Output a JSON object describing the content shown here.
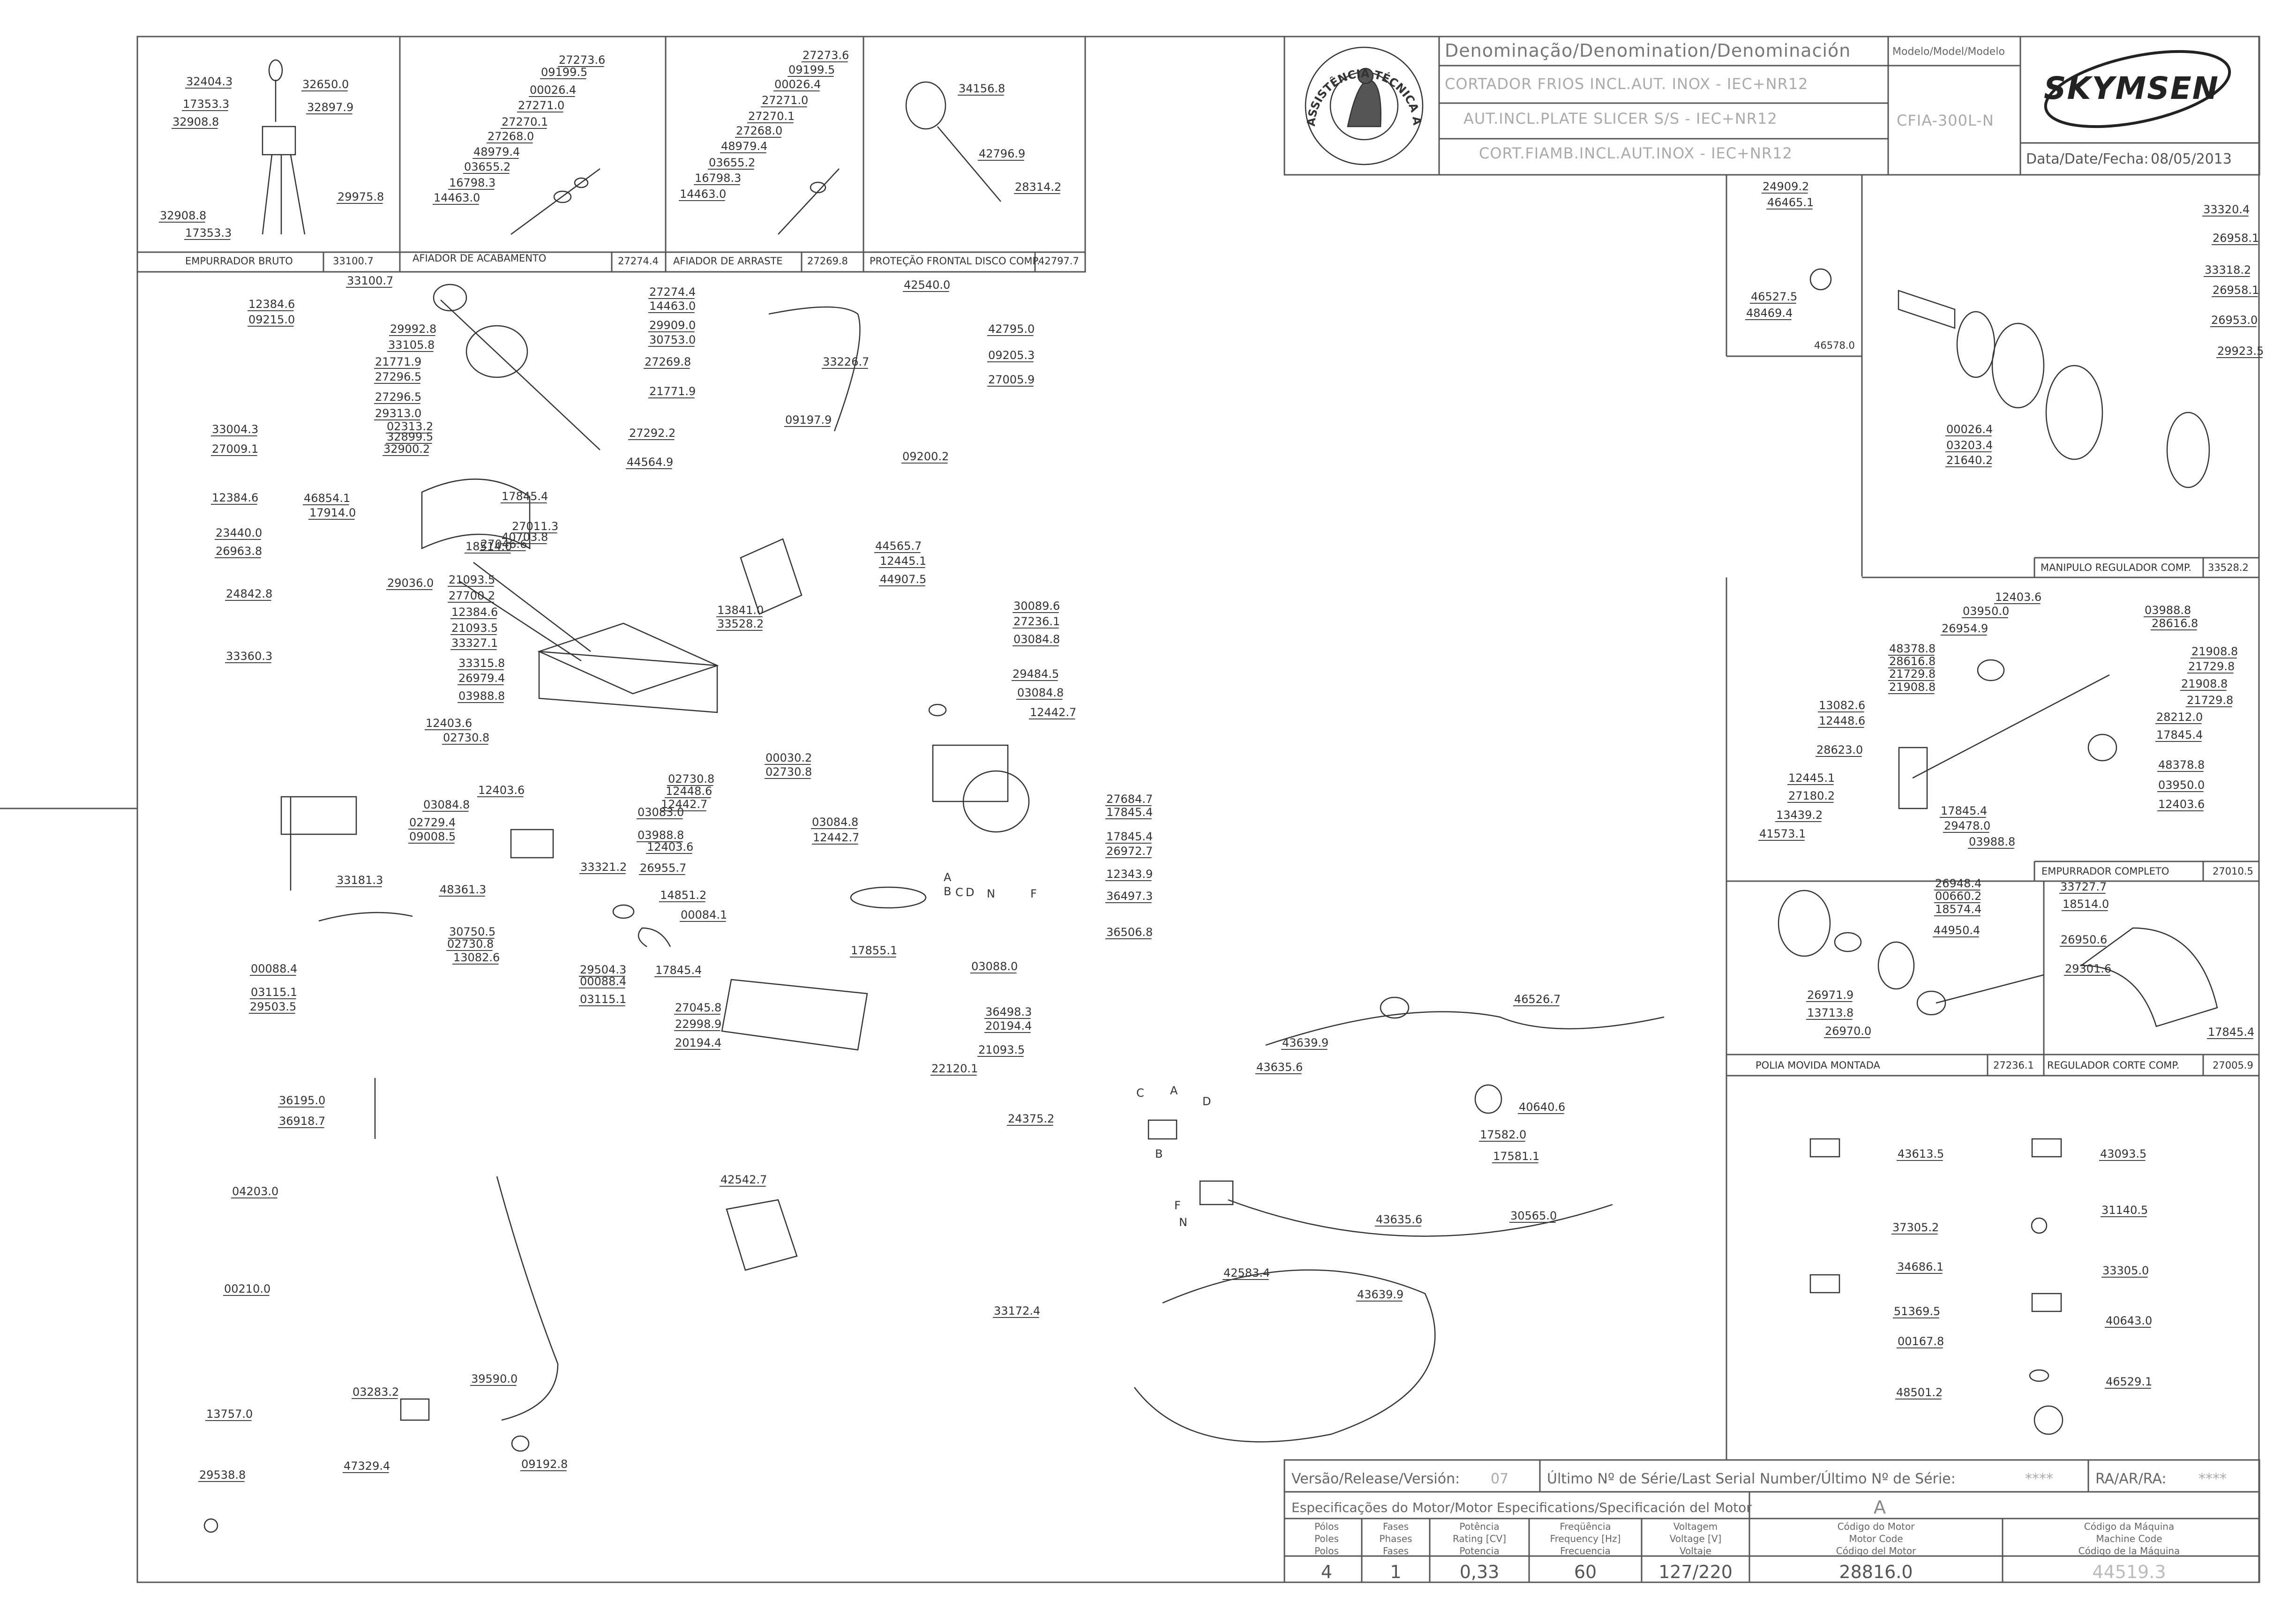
{
  "title_block": {
    "denomination_header": "Denominação/Denomination/Denominación",
    "desc_pt": "CORTADOR FRIOS INCL.AUT. INOX - IEC+NR12",
    "desc_en": "AUT.INCL.PLATE SLICER S/S - IEC+NR12",
    "desc_es": "CORT.FIAMB.INCL.AUT.INOX - IEC+NR12",
    "model_header": "Modelo/Model/Modelo",
    "model": "CFIA-300L-N",
    "date_label": "Data/Date/Fecha:",
    "date": "08/05/2013",
    "brand": "SKYMSEN",
    "seal_text": "ASSISTÊNCIA TÉCNICA AUTORIZADA"
  },
  "footer": {
    "version_label": "Versão/Release/Versión:",
    "version": "07",
    "serial_label": "Último Nº de Série/Last Serial Number/Último Nº de Série:",
    "serial": "****",
    "ra_label": "RA/AR/RA:",
    "ra": "****",
    "motor_spec_label": "Especificações do Motor/Motor Especifications/Specificación del Motor",
    "motor_letter": "A",
    "poles_label": "Pólos\nPoles\nPolos",
    "poles": "4",
    "phases_label": "Fases\nPhases\nFases",
    "phases": "1",
    "power_label": "Potência\nRating [CV]\nPotencia",
    "power": "0,33",
    "freq_label": "Freqüência\nFrequency [Hz]\nFrecuencia",
    "freq": "60",
    "voltage_label": "Voltagem\nVoltage [V]\nVoltaje",
    "voltage": "127/220",
    "motor_code_label": "Código do Motor\nMotor Code\nCódigo del Motor",
    "motor_code": "28816.0",
    "machine_code_label": "Código da Máquina\nMachine Code\nCódigo de la Máquina",
    "machine_code": "44519.3"
  },
  "box_captions": [
    {
      "name": "EMPURRADOR BRUTO",
      "code": "33100.7"
    },
    {
      "name": "AFIADOR DE ACABAMENTO",
      "code": "27274.4"
    },
    {
      "name": "AFIADOR DE ARRASTE",
      "code": "27269.8"
    },
    {
      "name": "PROTEÇÃO FRONTAL DISCO COMP.",
      "code": "42797.7"
    },
    {
      "name": "",
      "code": "46578.0"
    },
    {
      "name": "MANIPULO REGULADOR COMP.",
      "code": "33528.2"
    },
    {
      "name": "EMPURRADOR COMPLETO",
      "code": "27010.5"
    },
    {
      "name": "POLIA MOVIDA MONTADA",
      "code": "27236.1"
    },
    {
      "name": "REGULADOR CORTE COMP.",
      "code": "27005.9"
    }
  ],
  "part_labels": [
    "32404.3",
    "32650.0",
    "17353.3",
    "32897.9",
    "32908.8",
    "32908.8",
    "17353.3",
    "29975.8",
    "27273.6",
    "09199.5",
    "00026.4",
    "27271.0",
    "27270.1",
    "27268.0",
    "48979.4",
    "03655.2",
    "16798.3",
    "14463.0",
    "27273.6",
    "09199.5",
    "00026.4",
    "27271.0",
    "27270.1",
    "27268.0",
    "48979.4",
    "03655.2",
    "16798.3",
    "14463.0",
    "34156.8",
    "42796.9",
    "28314.2",
    "33100.7",
    "12384.6",
    "09215.0",
    "29992.8",
    "33105.8",
    "21771.9",
    "27296.5",
    "27296.5",
    "29313.0",
    "02313.2",
    "32899.5",
    "33004.3",
    "27009.1",
    "32900.2",
    "12384.6",
    "46854.1",
    "17914.0",
    "27274.4",
    "14463.0",
    "29909.0",
    "30753.0",
    "27269.8",
    "21771.9",
    "27292.2",
    "44564.9",
    "42540.0",
    "33226.7",
    "09197.9",
    "09200.2",
    "42795.0",
    "09205.3",
    "27005.9",
    "17845.4",
    "40703.8",
    "27011.3",
    "27046.6",
    "18514.0",
    "21093.5",
    "27700.2",
    "12384.6",
    "21093.5",
    "33327.1",
    "44565.7",
    "12445.1",
    "44907.5",
    "13841.0",
    "33528.2",
    "23440.0",
    "26963.8",
    "24842.8",
    "29036.0",
    "33360.3",
    "33315.8",
    "26979.4",
    "03988.8",
    "12403.6",
    "02730.8",
    "02730.8",
    "12448.6",
    "12442.7",
    "03083.0",
    "03988.8",
    "12403.6",
    "26955.7",
    "12403.6",
    "03084.8",
    "02729.4",
    "09008.5",
    "48361.3",
    "33321.2",
    "14851.2",
    "00084.1",
    "17845.4",
    "33181.3",
    "00088.4",
    "03115.1",
    "29503.5",
    "30750.5",
    "02730.8",
    "13082.6",
    "29504.3",
    "00088.4",
    "03115.1",
    "30089.6",
    "27236.1",
    "03084.8",
    "29484.5",
    "03084.8",
    "12442.7",
    "00030.2",
    "02730.8",
    "03084.8",
    "12442.7",
    "27684.7",
    "17845.4",
    "17845.4",
    "26972.7",
    "12343.9",
    "36497.3",
    "36506.8",
    "17855.1",
    "03088.0",
    "36498.3",
    "20194.4",
    "21093.5",
    "22120.1",
    "27045.8",
    "22998.9",
    "20194.4",
    "36195.0",
    "36918.7",
    "04203.0",
    "00210.0",
    "13757.0",
    "29538.8",
    "39590.0",
    "03283.2",
    "47329.4",
    "09192.8",
    "42542.7",
    "46526.7",
    "43639.9",
    "43635.6",
    "40640.6",
    "17582.0",
    "17581.1",
    "30565.0",
    "24375.2",
    "43635.6",
    "42583.4",
    "43639.9",
    "33172.4",
    "24909.2",
    "46465.1",
    "46527.5",
    "48469.4",
    "33320.4",
    "26958.1",
    "33318.2",
    "26958.1",
    "26953.0",
    "29923.5",
    "00026.4",
    "03203.4",
    "21640.2",
    "12403.6",
    "03950.0",
    "26954.9",
    "03988.8",
    "28616.8",
    "48378.8",
    "28616.8",
    "21729.8",
    "21908.8",
    "21908.8",
    "21729.8",
    "21908.8",
    "21729.8",
    "28212.0",
    "17845.4",
    "13082.6",
    "12448.6",
    "28623.0",
    "48378.8",
    "03950.0",
    "12403.6",
    "12445.1",
    "27180.2",
    "13439.2",
    "41573.1",
    "17845.4",
    "29478.0",
    "03988.8",
    "26948.4",
    "00660.2",
    "18574.4",
    "44950.4",
    "26971.9",
    "13713.8",
    "26970.0",
    "33727.7",
    "18514.0",
    "26950.6",
    "29301.6",
    "17845.4",
    "43613.5",
    "43093.5",
    "37305.2",
    "31140.5",
    "34686.1",
    "33305.0",
    "51369.5",
    "00167.8",
    "40643.0",
    "48501.2",
    "46529.1"
  ],
  "wire_letters": [
    "A",
    "B",
    "C",
    "D",
    "F",
    "N",
    "A",
    "B",
    "C",
    "D",
    "N",
    "F"
  ],
  "colors": {
    "line": "#333333",
    "frame": "#555555",
    "brand": "#222222"
  }
}
